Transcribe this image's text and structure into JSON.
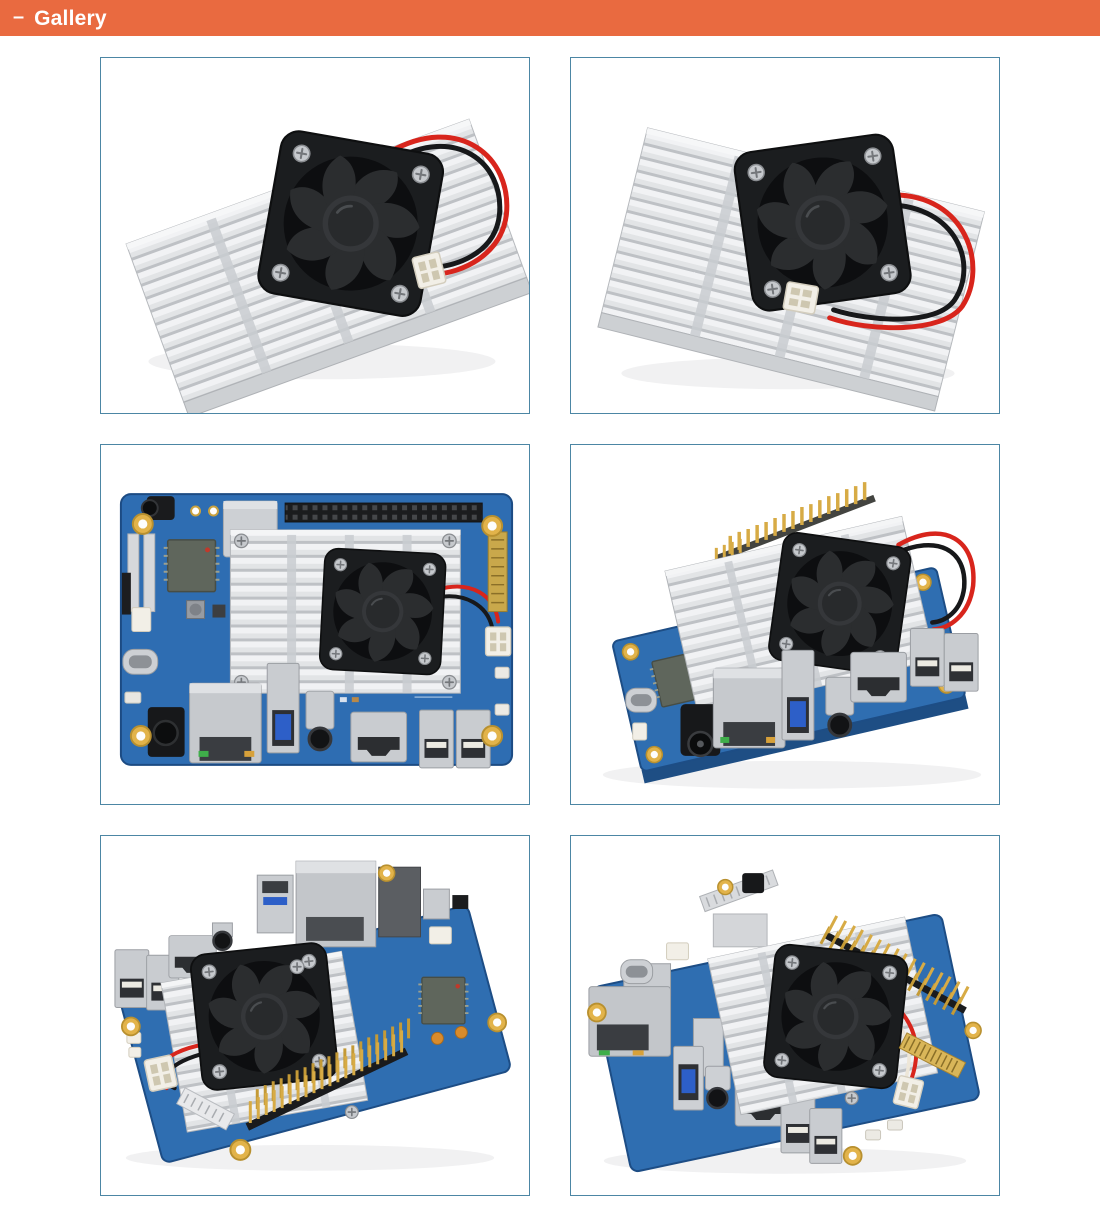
{
  "page": {
    "title": "Gallery"
  },
  "header": {
    "collapse_indicator": "–",
    "title": "Gallery"
  },
  "colors": {
    "page_bg": "#FFFFFF",
    "header_bg": "#E96A40",
    "header_text": "#FFFFFF",
    "frame_border": "#4C86A4",
    "pcb_blue": "#2F6EB1",
    "aluminum": "#E2E4E6",
    "fan_black": "#1B1D1F",
    "wire_red": "#D8251C",
    "gold": "#D7AB45"
  },
  "gallery": {
    "rows": 3,
    "columns": 2,
    "items": [
      {
        "id": "heatsink-fan-angle-1",
        "alt": "Aluminum finned heatsink with black cooling fan, red and black leads looping to a white 2-pin connector - angled view"
      },
      {
        "id": "heatsink-fan-angle-2",
        "alt": "Aluminum finned heatsink with black cooling fan, wire loop and white 2-pin connector - opposite angled view"
      },
      {
        "id": "board-top-view",
        "alt": "Blue single-board computer, top view: GPIO header, microSD slot, AP6356S Wi-Fi module, USB-C, heatsink with fan, Ethernet, USB 3.0, audio jack, HDMI and dual USB-A ports"
      },
      {
        "id": "board-front-angle",
        "alt": "Board with heatsink and fan - front angled view: DC jack, Ethernet, USB 3.0, audio jack, HDMI and stacked USB-A ports, GPIO pins at rear"
      },
      {
        "id": "board-rear-angle",
        "alt": "Board with heatsink and fan - rear angled view: long gold GPIO pin header in front, Ethernet and USB ports behind, Wi-Fi module at right"
      },
      {
        "id": "board-side-angle",
        "alt": "Board with heatsink and fan - side angled view: Ethernet, USB 3.0, audio jack, HDMI and USB-A ports at left, gold GPIO pin header at upper right"
      }
    ]
  }
}
